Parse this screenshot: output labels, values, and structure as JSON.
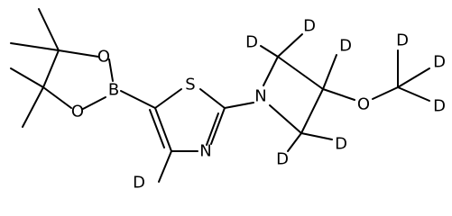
{
  "molecule": {
    "atoms": [
      {
        "id": "O1",
        "label": "O"
      },
      {
        "id": "O2",
        "label": "O"
      },
      {
        "id": "B",
        "label": "B"
      },
      {
        "id": "S",
        "label": "S"
      },
      {
        "id": "N_thiazole",
        "label": "N"
      },
      {
        "id": "N_azetidine",
        "label": "N"
      },
      {
        "id": "O_methoxy",
        "label": "O"
      },
      {
        "id": "D1",
        "label": "D"
      },
      {
        "id": "D2",
        "label": "D"
      },
      {
        "id": "D3",
        "label": "D"
      },
      {
        "id": "D4",
        "label": "D"
      },
      {
        "id": "D5",
        "label": "D"
      },
      {
        "id": "D6",
        "label": "D"
      },
      {
        "id": "D7",
        "label": "D"
      },
      {
        "id": "D8",
        "label": "D"
      },
      {
        "id": "D9",
        "label": "D"
      }
    ]
  }
}
